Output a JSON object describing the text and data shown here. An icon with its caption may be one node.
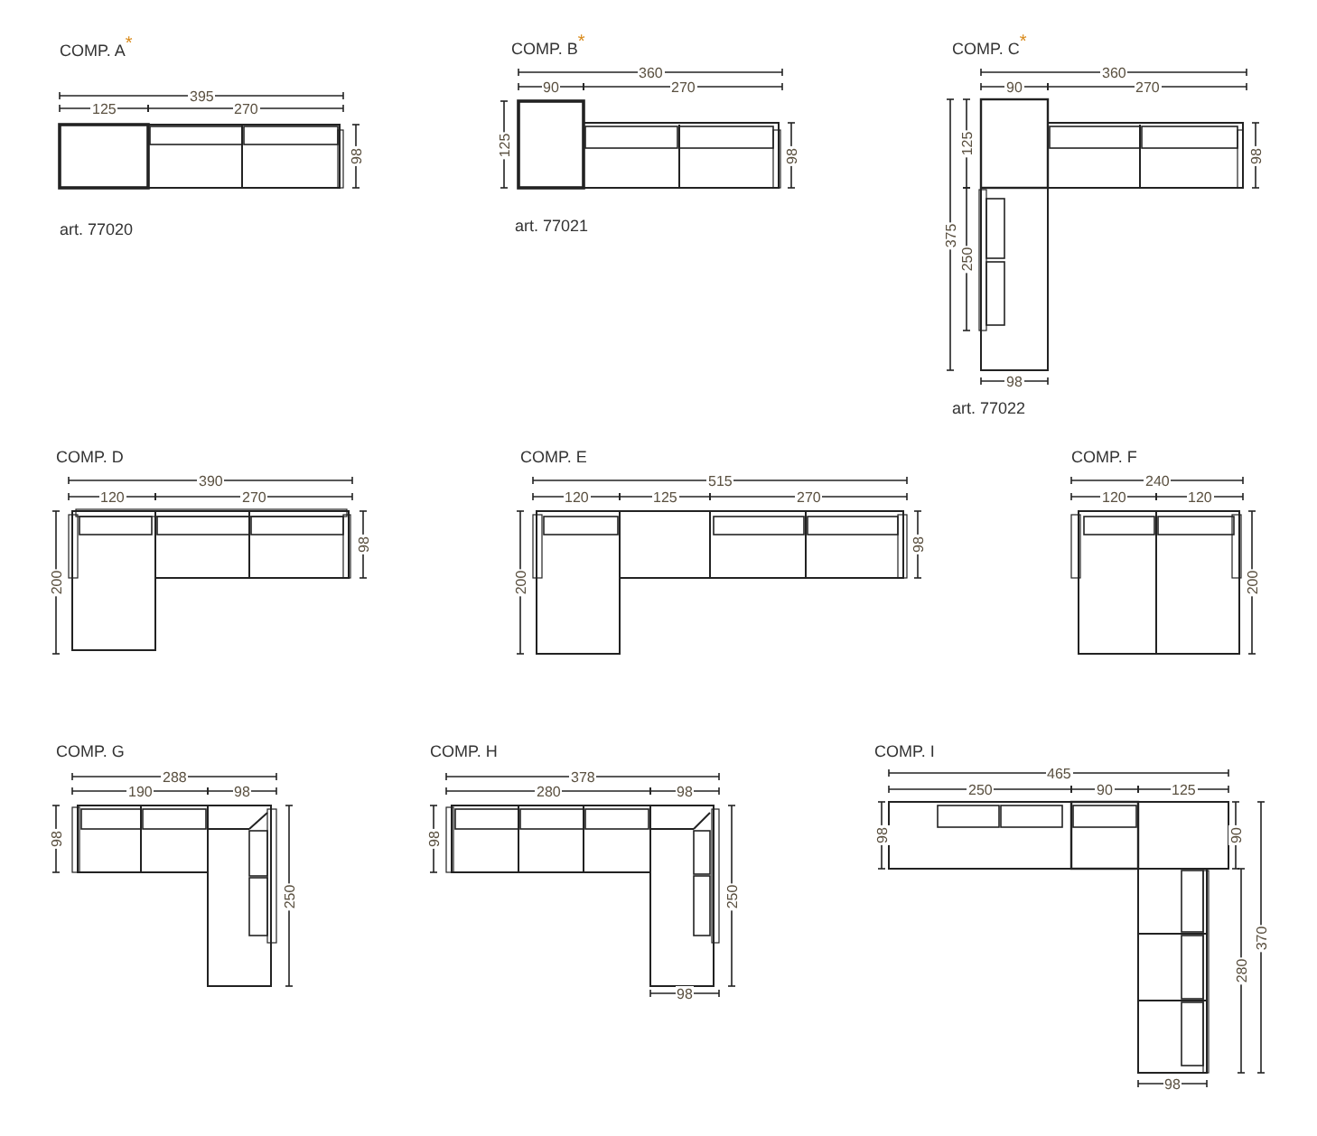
{
  "diagram": {
    "labels": [
      "COMP. A$^{*}$",
      "395",
      "125",
      "270",
      "98",
      "art. 77020",
      "COMP. B$^{*}$",
      "360",
      "90",
      "270",
      "125",
      "98",
      "art. 77021",
      "COMP. C$^{*}$",
      "360",
      "90",
      "270",
      "125",
      "375",
      "250",
      "98",
      "98",
      "art. 77022",
      "COMP. D",
      "390",
      "120",
      "270",
      "200",
      "98",
      "COMP. E",
      "515",
      "120",
      "125",
      "270",
      "200",
      "98",
      "COMP. F",
      "240",
      "120",
      "120",
      "200",
      "COMP. G",
      "288",
      "190",
      "98",
      "98",
      "250",
      "COMP. H",
      "378",
      "280",
      "98",
      "98",
      "250",
      "98",
      "COMP. I",
      "465",
      "250",
      "90",
      "125",
      "98",
      "90",
      "280",
      "370",
      "98"
    ]
  }
}
